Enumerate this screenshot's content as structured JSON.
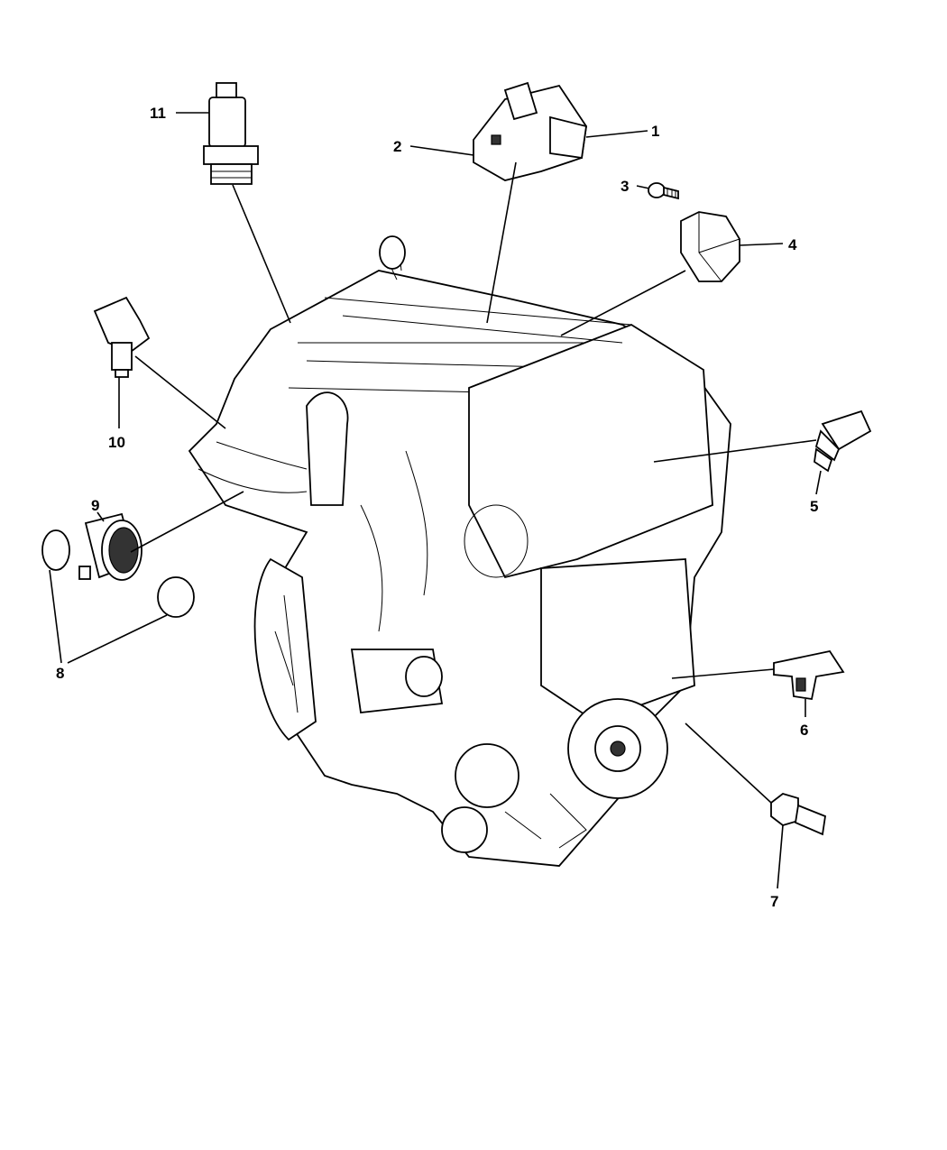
{
  "diagram": {
    "type": "exploded engine parts diagram",
    "callouts": {
      "c1": "1",
      "c2": "2",
      "c3": "3",
      "c4": "4",
      "c5": "5",
      "c6": "6",
      "c7": "7",
      "c8": "8",
      "c9": "9",
      "c10": "10",
      "c11": "11"
    }
  }
}
